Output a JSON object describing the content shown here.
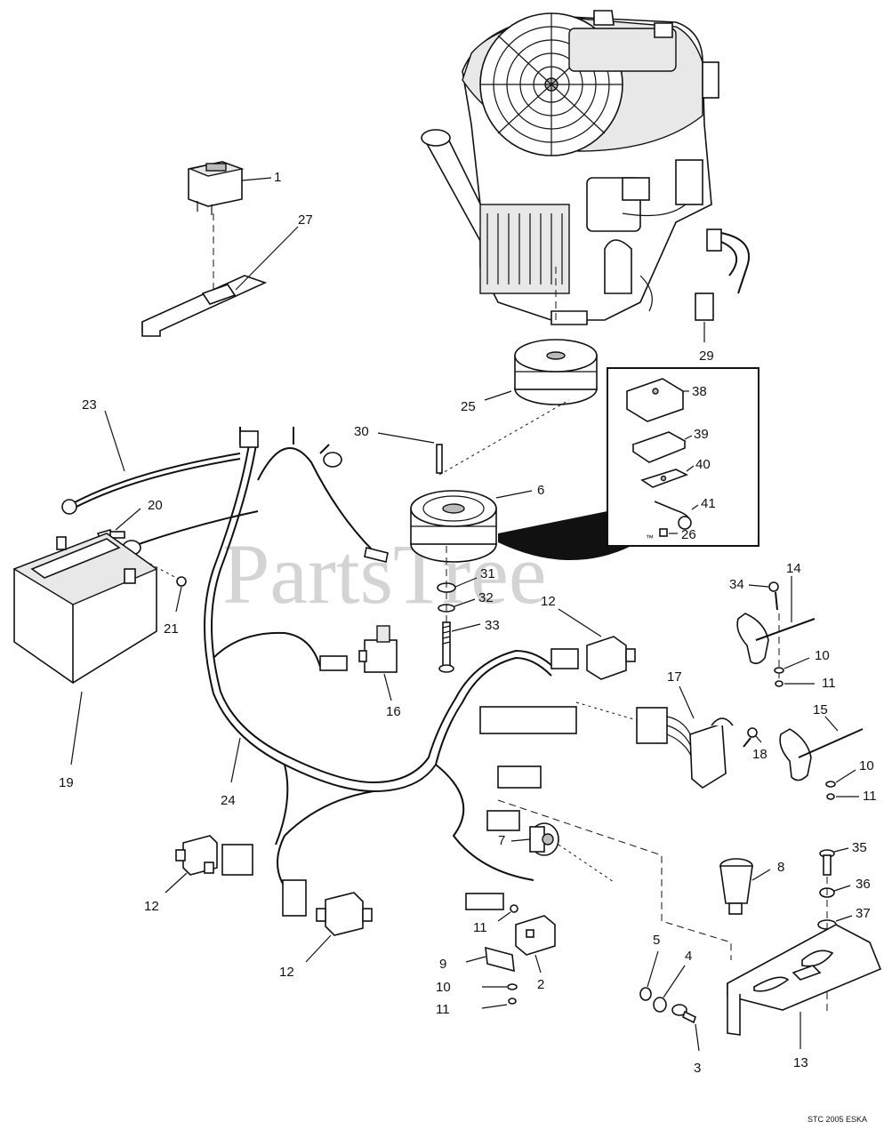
{
  "watermark": "PartsTree",
  "watermark_tm": "™",
  "footer_code": "STC 2005 ESKA",
  "callouts": [
    {
      "id": "c1",
      "text": "1"
    },
    {
      "id": "c27",
      "text": "27"
    },
    {
      "id": "c29",
      "text": "29"
    },
    {
      "id": "c25",
      "text": "25"
    },
    {
      "id": "c38",
      "text": "38"
    },
    {
      "id": "c39",
      "text": "39"
    },
    {
      "id": "c40",
      "text": "40"
    },
    {
      "id": "c41",
      "text": "41"
    },
    {
      "id": "c26",
      "text": "26"
    },
    {
      "id": "c23",
      "text": "23"
    },
    {
      "id": "c30",
      "text": "30"
    },
    {
      "id": "c6",
      "text": "6"
    },
    {
      "id": "c20",
      "text": "20"
    },
    {
      "id": "c21",
      "text": "21"
    },
    {
      "id": "c31",
      "text": "31"
    },
    {
      "id": "c32",
      "text": "32"
    },
    {
      "id": "c33",
      "text": "33"
    },
    {
      "id": "c12a",
      "text": "12"
    },
    {
      "id": "c34",
      "text": "34"
    },
    {
      "id": "c14",
      "text": "14"
    },
    {
      "id": "c10a",
      "text": "10"
    },
    {
      "id": "c11a",
      "text": "11"
    },
    {
      "id": "c16",
      "text": "16"
    },
    {
      "id": "c19",
      "text": "19"
    },
    {
      "id": "c17",
      "text": "17"
    },
    {
      "id": "c18",
      "text": "18"
    },
    {
      "id": "c15",
      "text": "15"
    },
    {
      "id": "c10b",
      "text": "10"
    },
    {
      "id": "c11b",
      "text": "11"
    },
    {
      "id": "c24",
      "text": "24"
    },
    {
      "id": "c7",
      "text": "7"
    },
    {
      "id": "c8",
      "text": "8"
    },
    {
      "id": "c35",
      "text": "35"
    },
    {
      "id": "c36",
      "text": "36"
    },
    {
      "id": "c37",
      "text": "37"
    },
    {
      "id": "c12b",
      "text": "12"
    },
    {
      "id": "c11c",
      "text": "11"
    },
    {
      "id": "c12c",
      "text": "12"
    },
    {
      "id": "c9",
      "text": "9"
    },
    {
      "id": "c2",
      "text": "2"
    },
    {
      "id": "c10c",
      "text": "10"
    },
    {
      "id": "c11d",
      "text": "11"
    },
    {
      "id": "c5",
      "text": "5"
    },
    {
      "id": "c4",
      "text": "4"
    },
    {
      "id": "c3",
      "text": "3"
    },
    {
      "id": "c13",
      "text": "13"
    }
  ]
}
